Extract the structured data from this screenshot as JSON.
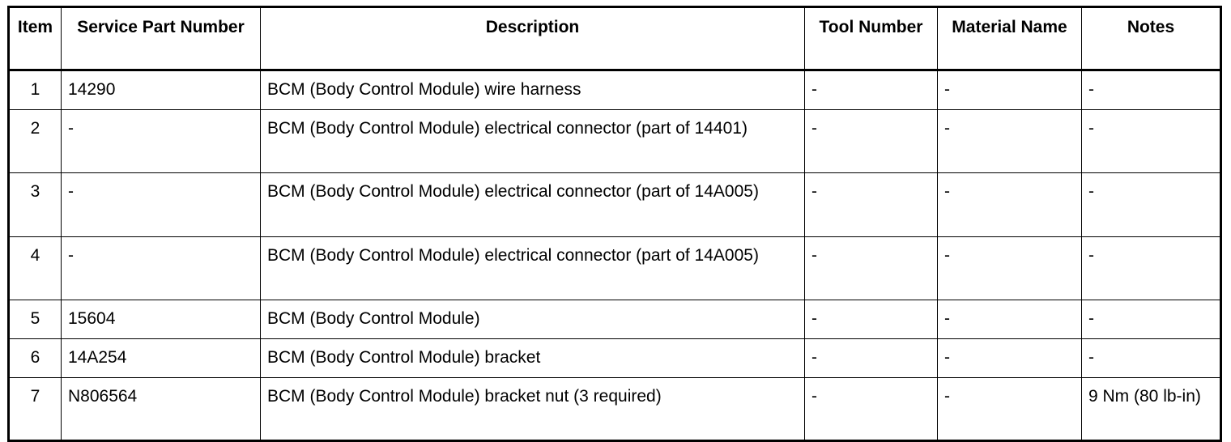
{
  "table": {
    "headers": [
      "Item",
      "Service Part Number",
      "Description",
      "Tool Number",
      "Material Name",
      "Notes"
    ],
    "rows": [
      [
        "1",
        "14290",
        "BCM (Body Control Module) wire harness",
        "-",
        "-",
        "-"
      ],
      [
        "2",
        "-",
        "BCM (Body Control Module) electrical connector (part of 14401)",
        "-",
        "-",
        "-"
      ],
      [
        "3",
        "-",
        "BCM (Body Control Module) electrical connector (part of 14A005)",
        "-",
        "-",
        "-"
      ],
      [
        "4",
        "-",
        "BCM (Body Control Module) electrical connector (part of 14A005)",
        "-",
        "-",
        "-"
      ],
      [
        "5",
        "15604",
        "BCM (Body Control Module)",
        "-",
        "-",
        "-"
      ],
      [
        "6",
        "14A254",
        "BCM (Body Control Module) bracket",
        "-",
        "-",
        "-"
      ],
      [
        "7",
        "N806564",
        "BCM (Body Control Module) bracket nut (3 required)",
        "-",
        "-",
        "9 Nm (80 lb-in)"
      ]
    ]
  }
}
